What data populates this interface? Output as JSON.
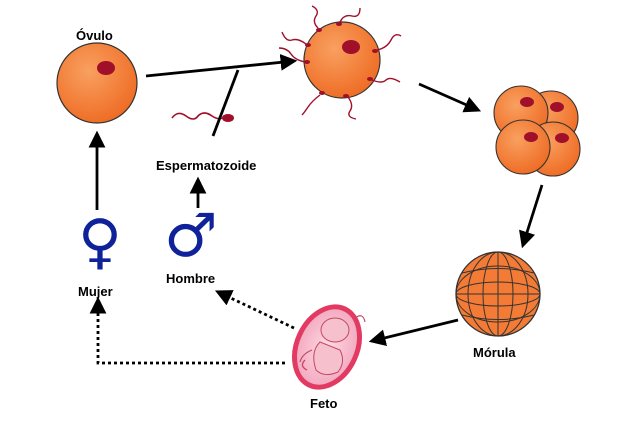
{
  "labels": {
    "ovulo": "Óvulo",
    "espermatozoide": "Espermatozoide",
    "hombre": "Hombre",
    "mujer": "Mujer",
    "morula": "Mórula",
    "feto": "Feto"
  },
  "symbols": {
    "female": "♀",
    "male": "♂"
  },
  "colors": {
    "cell_fill": "#f47b35",
    "cell_stroke": "#333333",
    "nucleus": "#a0102a",
    "symbol_blue": "#10229a",
    "fetus_pink": "#e23a62",
    "arrow": "#000000"
  }
}
